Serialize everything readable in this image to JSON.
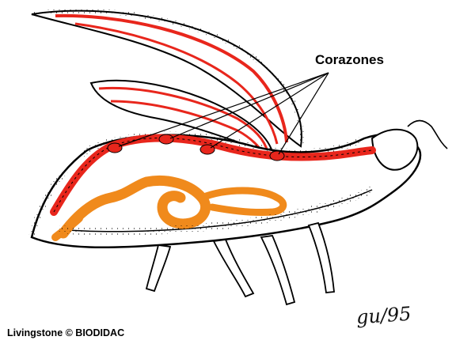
{
  "labels": {
    "hearts": "Corazones",
    "credit": "Livingstone © BIODIDAC",
    "signature": "gu/95"
  },
  "colors": {
    "outline": "#000000",
    "body_fill": "#ffffff",
    "heart_vessel": "#e8261c",
    "gut": "#f08a1c"
  }
}
